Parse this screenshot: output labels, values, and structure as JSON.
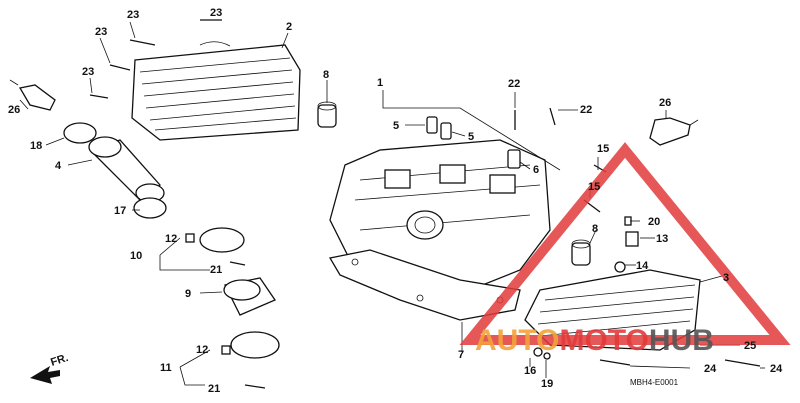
{
  "diagram": {
    "part_code": "MBH4-E0001",
    "front_label": "FR.",
    "callouts": [
      {
        "id": "c1",
        "text": "1"
      },
      {
        "id": "c2",
        "text": "2"
      },
      {
        "id": "c3",
        "text": "3"
      },
      {
        "id": "c4",
        "text": "4"
      },
      {
        "id": "c5a",
        "text": "5"
      },
      {
        "id": "c5b",
        "text": "5"
      },
      {
        "id": "c6",
        "text": "6"
      },
      {
        "id": "c7",
        "text": "7"
      },
      {
        "id": "c8a",
        "text": "8"
      },
      {
        "id": "c8b",
        "text": "8"
      },
      {
        "id": "c9",
        "text": "9"
      },
      {
        "id": "c10",
        "text": "10"
      },
      {
        "id": "c11",
        "text": "11"
      },
      {
        "id": "c12a",
        "text": "12"
      },
      {
        "id": "c12b",
        "text": "12"
      },
      {
        "id": "c13",
        "text": "13"
      },
      {
        "id": "c14",
        "text": "14"
      },
      {
        "id": "c15a",
        "text": "15"
      },
      {
        "id": "c15b",
        "text": "15"
      },
      {
        "id": "c16",
        "text": "16"
      },
      {
        "id": "c17",
        "text": "17"
      },
      {
        "id": "c18",
        "text": "18"
      },
      {
        "id": "c19",
        "text": "19"
      },
      {
        "id": "c20",
        "text": "20"
      },
      {
        "id": "c21a",
        "text": "21"
      },
      {
        "id": "c21b",
        "text": "21"
      },
      {
        "id": "c22a",
        "text": "22"
      },
      {
        "id": "c22b",
        "text": "22"
      },
      {
        "id": "c23a",
        "text": "23"
      },
      {
        "id": "c23b",
        "text": "23"
      },
      {
        "id": "c23c",
        "text": "23"
      },
      {
        "id": "c23d",
        "text": "23"
      },
      {
        "id": "c24a",
        "text": "24"
      },
      {
        "id": "c24b",
        "text": "24"
      },
      {
        "id": "c25",
        "text": "25"
      },
      {
        "id": "c26a",
        "text": "26"
      },
      {
        "id": "c26b",
        "text": "26"
      }
    ]
  },
  "watermark": {
    "text_part1": "AUTO",
    "text_part2": "MOTO",
    "text_part3": "HUB",
    "color_part1": "#f2a33a",
    "color_part2": "#e23b3b",
    "color_part3": "#555555"
  }
}
